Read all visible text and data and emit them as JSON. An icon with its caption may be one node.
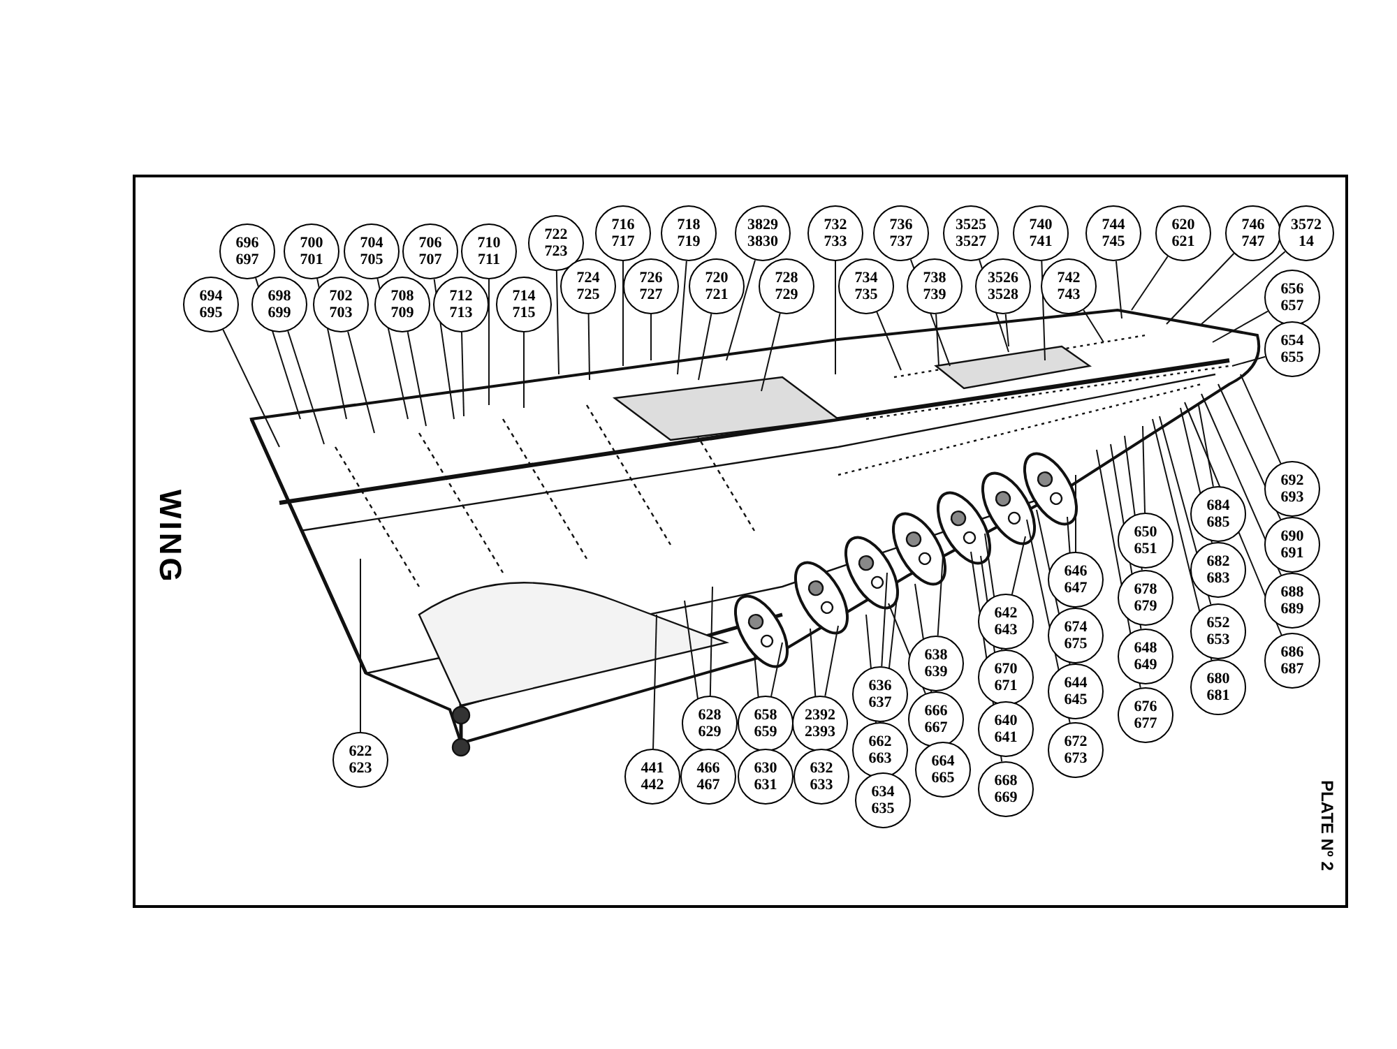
{
  "diagram": {
    "title": "WING",
    "nodes": [
      {
        "text": [
          "694 695"
        ]
      },
      {
        "text": [
          "696 697"
        ]
      },
      {
        "text": [
          "698 699"
        ]
      },
      {
        "text": [
          "700 701"
        ]
      },
      {
        "text": [
          "702 703"
        ]
      },
      {
        "text": [
          "704 705"
        ]
      },
      {
        "text": [
          "706 707"
        ]
      },
      {
        "text": [
          "708 709"
        ]
      },
      {
        "text": [
          "710 711"
        ]
      },
      {
        "text": [
          "712 713"
        ]
      },
      {
        "text": [
          "714 715"
        ]
      },
      {
        "text": [
          "722 723"
        ]
      },
      {
        "text": [
          "724 725"
        ]
      },
      {
        "text": [
          "716 717"
        ]
      },
      {
        "text": [
          "726 727"
        ]
      },
      {
        "text": [
          "718 719"
        ]
      },
      {
        "text": [
          "720 721"
        ]
      },
      {
        "text": [
          "3829 3830"
        ]
      },
      {
        "text": [
          "728 729"
        ]
      },
      {
        "text": [
          "732 733"
        ]
      },
      {
        "text": [
          "734 735"
        ]
      },
      {
        "text": [
          "736 737"
        ]
      },
      {
        "text": [
          "738 739"
        ]
      },
      {
        "text": [
          "3525 3527"
        ]
      },
      {
        "text": [
          "3526 3528"
        ]
      },
      {
        "text": [
          "740 741"
        ]
      },
      {
        "text": [
          "742 743"
        ]
      },
      {
        "text": [
          "744 745"
        ]
      },
      {
        "text": [
          "620 621"
        ]
      },
      {
        "text": [
          "746 747"
        ]
      },
      {
        "text": [
          "3572 14"
        ]
      },
      {
        "text": [
          "656 657"
        ]
      },
      {
        "text": [
          "654 655"
        ]
      },
      {
        "text": [
          "692 693"
        ]
      },
      {
        "text": [
          "684 685"
        ]
      },
      {
        "text": [
          "690 691"
        ]
      },
      {
        "text": [
          "650 651"
        ]
      },
      {
        "text": [
          "682 683"
        ]
      },
      {
        "text": [
          "678 679"
        ]
      },
      {
        "text": [
          "688 689"
        ]
      },
      {
        "text": [
          "646 647"
        ]
      },
      {
        "text": [
          "652 653"
        ]
      },
      {
        "text": [
          "642 643"
        ]
      },
      {
        "text": [
          "674 675"
        ]
      },
      {
        "text": [
          "648 649"
        ]
      },
      {
        "text": [
          "686 687"
        ]
      },
      {
        "text": [
          "638 639"
        ]
      },
      {
        "text": [
          "670 671"
        ]
      },
      {
        "text": [
          "644 645"
        ]
      },
      {
        "text": [
          "680 681"
        ]
      },
      {
        "text": [
          "636 637"
        ]
      },
      {
        "text": [
          "666 667"
        ]
      },
      {
        "text": [
          "640 641"
        ]
      },
      {
        "text": [
          "676 677"
        ]
      },
      {
        "text": [
          "662 663"
        ]
      },
      {
        "text": [
          "672 673"
        ]
      },
      {
        "text": [
          "664 665"
        ]
      },
      {
        "text": [
          "668 669"
        ]
      },
      {
        "text": [
          "628 629"
        ]
      },
      {
        "text": [
          "658 659"
        ]
      },
      {
        "text": [
          "2392 2393"
        ]
      },
      {
        "text": [
          "441 442"
        ]
      },
      {
        "text": [
          "466 467"
        ]
      },
      {
        "text": [
          "630 631"
        ]
      },
      {
        "text": [
          "632 633"
        ]
      },
      {
        "text": [
          "634 635"
        ]
      },
      {
        "text": [
          "622 623"
        ]
      }
    ],
    "edges": [
      {
        "from": 0,
        "to": null,
        "arrow": "none"
      },
      {
        "from": 1,
        "to": null,
        "arrow": "none"
      },
      {
        "from": 2,
        "to": null,
        "arrow": "none"
      },
      {
        "from": 3,
        "to": null,
        "arrow": "none"
      },
      {
        "from": 4,
        "to": null,
        "arrow": "none"
      },
      {
        "from": 5,
        "to": null,
        "arrow": "none"
      },
      {
        "from": 6,
        "to": null,
        "arrow": "none"
      },
      {
        "from": 7,
        "to": null,
        "arrow": "none"
      },
      {
        "from": 8,
        "to": null,
        "arrow": "none"
      },
      {
        "from": 9,
        "to": null,
        "arrow": "none"
      },
      {
        "from": 10,
        "to": null,
        "arrow": "none"
      },
      {
        "from": 11,
        "to": null,
        "arrow": "none"
      },
      {
        "from": 12,
        "to": null,
        "arrow": "none"
      },
      {
        "from": 13,
        "to": null,
        "arrow": "none"
      },
      {
        "from": 14,
        "to": null,
        "arrow": "none"
      },
      {
        "from": 15,
        "to": null,
        "arrow": "none"
      },
      {
        "from": 16,
        "to": null,
        "arrow": "none"
      },
      {
        "from": 17,
        "to": null,
        "arrow": "none"
      },
      {
        "from": 18,
        "to": null,
        "arrow": "none"
      },
      {
        "from": 19,
        "to": null,
        "arrow": "none"
      },
      {
        "from": 20,
        "to": null,
        "arrow": "none"
      },
      {
        "from": 21,
        "to": null,
        "arrow": "none"
      },
      {
        "from": 22,
        "to": null,
        "arrow": "none"
      },
      {
        "from": 23,
        "to": null,
        "arrow": "none"
      },
      {
        "from": 24,
        "to": null,
        "arrow": "none"
      },
      {
        "from": 25,
        "to": null,
        "arrow": "none"
      },
      {
        "from": 26,
        "to": null,
        "arrow": "none"
      },
      {
        "from": 27,
        "to": null,
        "arrow": "none"
      },
      {
        "from": 28,
        "to": null,
        "arrow": "none"
      },
      {
        "from": 29,
        "to": null,
        "arrow": "none"
      },
      {
        "from": 30,
        "to": null,
        "arrow": "none"
      },
      {
        "from": 31,
        "to": null,
        "arrow": "none"
      },
      {
        "from": 32,
        "to": null,
        "arrow": "none"
      },
      {
        "from": 33,
        "to": null,
        "arrow": "none"
      },
      {
        "from": 34,
        "to": null,
        "arrow": "none"
      },
      {
        "from": 35,
        "to": null,
        "arrow": "none"
      },
      {
        "from": 36,
        "to": null,
        "arrow": "none"
      },
      {
        "from": 37,
        "to": null,
        "arrow": "none"
      },
      {
        "from": 38,
        "to": null,
        "arrow": "none"
      },
      {
        "from": 39,
        "to": null,
        "arrow": "none"
      },
      {
        "from": 40,
        "to": null,
        "arrow": "none"
      },
      {
        "from": 41,
        "to": null,
        "arrow": "none"
      },
      {
        "from": 42,
        "to": null,
        "arrow": "none"
      },
      {
        "from": 43,
        "to": null,
        "arrow": "none"
      },
      {
        "from": 44,
        "to": null,
        "arrow": "none"
      },
      {
        "from": 45,
        "to": null,
        "arrow": "none"
      },
      {
        "from": 46,
        "to": null,
        "arrow": "none"
      },
      {
        "from": 47,
        "to": null,
        "arrow": "none"
      },
      {
        "from": 48,
        "to": null,
        "arrow": "none"
      },
      {
        "from": 49,
        "to": null,
        "arrow": "none"
      },
      {
        "from": 50,
        "to": null,
        "arrow": "none"
      },
      {
        "from": 51,
        "to": null,
        "arrow": "none"
      },
      {
        "from": 52,
        "to": null,
        "arrow": "none"
      },
      {
        "from": 53,
        "to": null,
        "arrow": "none"
      },
      {
        "from": 54,
        "to": null,
        "arrow": "none"
      },
      {
        "from": 55,
        "to": null,
        "arrow": "none"
      },
      {
        "from": 56,
        "to": null,
        "arrow": "none"
      },
      {
        "from": 57,
        "to": null,
        "arrow": "none"
      },
      {
        "from": 58,
        "to": null,
        "arrow": "none"
      },
      {
        "from": 59,
        "to": null,
        "arrow": "none"
      },
      {
        "from": 60,
        "to": null,
        "arrow": "none"
      },
      {
        "from": 61,
        "to": null,
        "arrow": "none"
      },
      {
        "from": 62,
        "to": null,
        "arrow": "none"
      },
      {
        "from": 63,
        "to": null,
        "arrow": "none"
      },
      {
        "from": 64,
        "to": null,
        "arrow": "none"
      },
      {
        "from": 65,
        "to": null,
        "arrow": "none"
      },
      {
        "from": 66,
        "to": null,
        "arrow": "none"
      }
    ],
    "labels": [
      "PLATE Nº 2"
    ]
  }
}
